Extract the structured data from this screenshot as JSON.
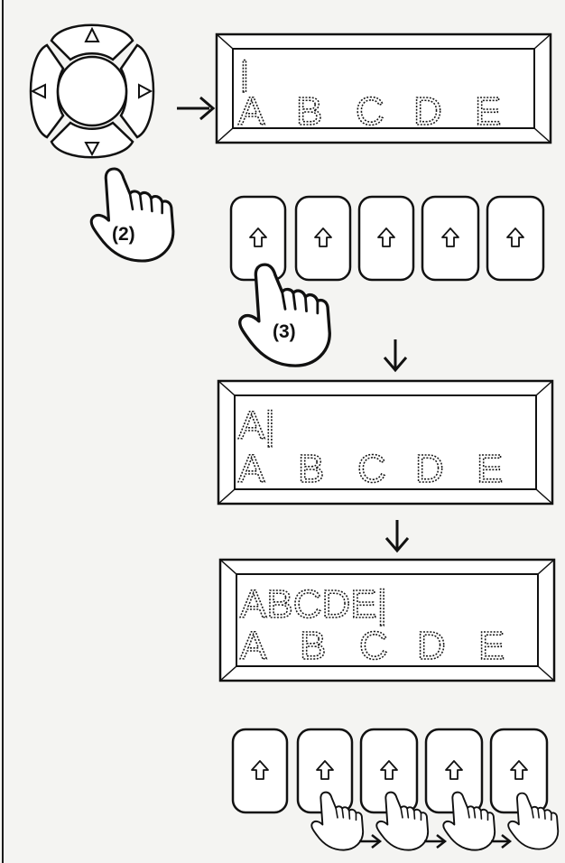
{
  "step_labels": {
    "step2": "(2)",
    "step3": "(3)"
  },
  "displays": [
    {
      "line1": "|",
      "line2": [
        "A",
        "B",
        "C",
        "D",
        "E"
      ]
    },
    {
      "line1": "A|",
      "line2": [
        "A",
        "B",
        "C",
        "D",
        "E"
      ]
    },
    {
      "line1": "ABCDE|",
      "line2": [
        "A",
        "B",
        "C",
        "D",
        "E"
      ]
    }
  ],
  "keys": {
    "count": 5,
    "icon": "up-arrow-outline-icon"
  },
  "dpad": {
    "icons": [
      "up-triangle-icon",
      "down-triangle-icon",
      "left-triangle-icon",
      "right-triangle-icon"
    ]
  },
  "colors": {
    "ink": "#1a1a1a",
    "paper": "#f4f4f2"
  }
}
